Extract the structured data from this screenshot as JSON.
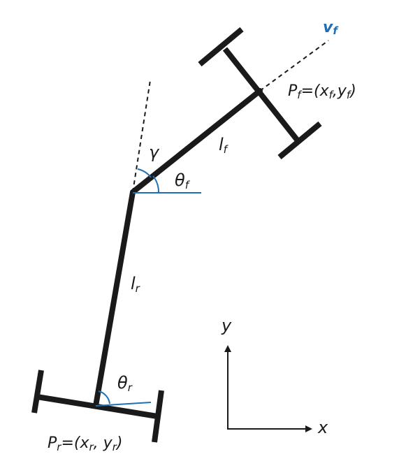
{
  "diagram": {
    "labels": {
      "velocity": {
        "main": "v",
        "sub": "f"
      },
      "front_point": {
        "p": "P",
        "p_sub": "f",
        "eq_open": "=(x",
        "x_sub": "f",
        "comma_y": ",y",
        "y_sub": "f",
        "close": ")"
      },
      "rear_point": {
        "p": "P",
        "p_sub": "r",
        "eq_open": "=(x",
        "x_sub": "r",
        "comma_y": ", y",
        "y_sub": "r",
        "close": ")"
      },
      "front_length": {
        "main": "l",
        "sub": "f"
      },
      "rear_length": {
        "main": "l",
        "sub": "r"
      },
      "gamma": "γ",
      "theta_front": {
        "main": "θ",
        "sub": "f"
      },
      "theta_rear": {
        "main": "θ",
        "sub": "r"
      },
      "axis_x": "x",
      "axis_y": "y"
    },
    "colors": {
      "body": "#1a1a1a",
      "accent": "#1f6fb5"
    }
  }
}
